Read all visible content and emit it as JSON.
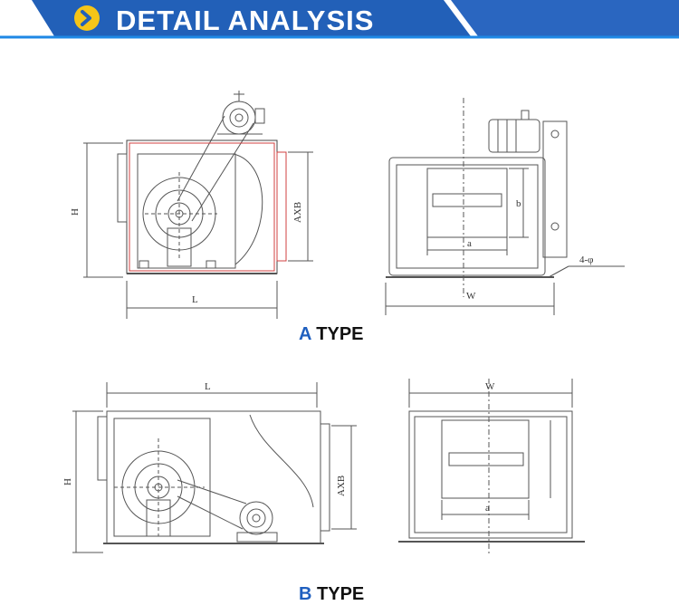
{
  "header": {
    "title": "DETAIL ANALYSIS",
    "icon": "circle-arrow-right-icon",
    "colors": {
      "banner": "#2260b8",
      "accent_line": "#1e88e5",
      "icon": "#f5c518"
    }
  },
  "sections": [
    {
      "caption_letter": "A",
      "caption_word": "TYPE",
      "side_view": {
        "height_label": "H",
        "length_label": "L",
        "outlet_label": "AXB"
      },
      "front_view": {
        "width_label": "W",
        "inner_width_label": "a",
        "inner_height_label": "b",
        "holes_label": "4-φ"
      }
    },
    {
      "caption_letter": "B",
      "caption_word": "TYPE",
      "side_view": {
        "height_label": "H",
        "length_label": "L",
        "outlet_label": "AXB"
      },
      "front_view": {
        "width_label": "W",
        "inner_width_label": "a"
      }
    }
  ]
}
